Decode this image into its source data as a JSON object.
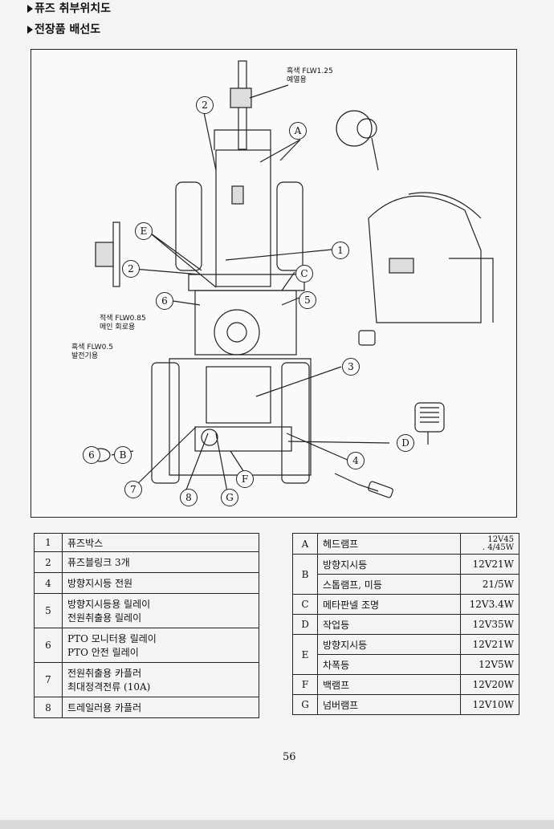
{
  "header": {
    "title": "퓨즈 취부위치도",
    "subtitle": "전장품 배선도"
  },
  "diagram": {
    "notes": {
      "top": [
        "흑색 FLW1.25",
        "예열용"
      ],
      "mid": [
        "적색 FLW0.85",
        "메인 회로용"
      ],
      "low": [
        "흑색 FLW0.5",
        "발전기용"
      ]
    },
    "callouts": {
      "c2a": "2",
      "cA": "A",
      "cE": "E",
      "c1": "1",
      "c2b": "2",
      "cC": "C",
      "c6": "6",
      "c5": "5",
      "c3": "3",
      "cB": "B",
      "cD": "D",
      "c4": "4",
      "cF": "F",
      "c7": "7",
      "c8": "8",
      "cG": "G",
      "c6b": "6"
    }
  },
  "left_table": [
    {
      "num": "1",
      "desc": [
        "퓨즈박스"
      ]
    },
    {
      "num": "2",
      "desc": [
        "퓨즈블링크 3개"
      ]
    },
    {
      "num": "4",
      "desc": [
        "방향지시등 전원"
      ]
    },
    {
      "num": "5",
      "desc": [
        "방향지시등용 릴레이",
        "전원취출용 릴레이"
      ]
    },
    {
      "num": "6",
      "desc": [
        "PTO 모니터용 릴레이",
        "PTO 안전 릴레이"
      ]
    },
    {
      "num": "7",
      "desc": [
        "전원취출용 카플러",
        "최대정격전류 (10A)"
      ]
    },
    {
      "num": "8",
      "desc": [
        "트레일러용 카플러"
      ]
    }
  ],
  "right_table": [
    {
      "key": "A",
      "rows": [
        {
          "name": "헤드램프",
          "spec": [
            "12V45",
            ". 4/45W"
          ]
        }
      ]
    },
    {
      "key": "B",
      "rows": [
        {
          "name": "방향지시등",
          "spec": [
            "12V21W"
          ]
        },
        {
          "name": "스톱램프, 미등",
          "spec": [
            "21/5W"
          ]
        }
      ]
    },
    {
      "key": "C",
      "rows": [
        {
          "name": "메타판넬 조명",
          "spec": [
            "12V3.4W"
          ]
        }
      ]
    },
    {
      "key": "D",
      "rows": [
        {
          "name": "작업등",
          "spec": [
            "12V35W"
          ]
        }
      ]
    },
    {
      "key": "E",
      "rows": [
        {
          "name": "방향지시등",
          "spec": [
            "12V21W"
          ]
        },
        {
          "name": "차폭등",
          "spec": [
            "12V5W"
          ]
        }
      ]
    },
    {
      "key": "F",
      "rows": [
        {
          "name": "백램프",
          "spec": [
            "12V20W"
          ]
        }
      ]
    },
    {
      "key": "G",
      "rows": [
        {
          "name": "넘버램프",
          "spec": [
            "12V10W"
          ]
        }
      ]
    }
  ],
  "page_number": "56"
}
